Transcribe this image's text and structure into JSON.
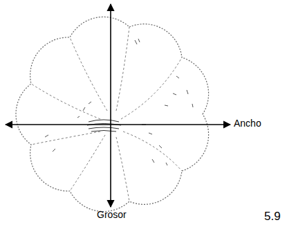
{
  "diagram": {
    "labels": [
      "Ancho",
      "Grosor",
      "5.9"
    ]
  }
}
